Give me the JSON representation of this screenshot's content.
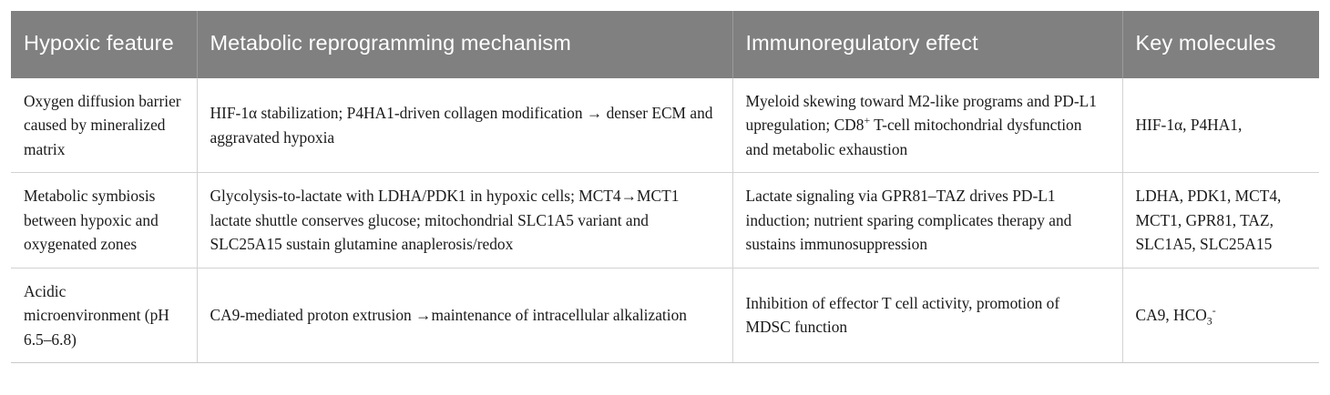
{
  "table": {
    "columns": [
      {
        "id": "hypoxic-feature",
        "label": "Hypoxic feature"
      },
      {
        "id": "metabolic-mechanism",
        "label": "Metabolic reprogramming mechanism"
      },
      {
        "id": "immunoregulatory-effect",
        "label": "Immunoregulatory effect"
      },
      {
        "id": "key-molecules",
        "label": "Key molecules"
      }
    ],
    "rows": [
      {
        "hypoxic_feature": "Oxygen diffusion barrier caused by mineralized matrix",
        "metabolic_mechanism": "HIF-1α stabilization; P4HA1-driven collagen modification → denser ECM and aggravated hypoxia",
        "immunoregulatory_effect_part1": "Myeloid skewing toward M2-like programs and PD-L1 upregulation; CD8",
        "immunoregulatory_effect_sup": "+",
        "immunoregulatory_effect_part2": " T-cell mitochondrial dysfunction and metabolic exhaustion",
        "key_molecules": "HIF-1α, P4HA1,"
      },
      {
        "hypoxic_feature": "Metabolic symbiosis between hypoxic and oxygenated zones",
        "metabolic_mechanism": "Glycolysis-to-lactate with LDHA/PDK1 in hypoxic cells; MCT4→MCT1 lactate shuttle conserves glucose; mitochondrial SLC1A5 variant and SLC25A15 sustain glutamine anaplerosis/redox",
        "immunoregulatory_effect_part1": "Lactate signaling via GPR81–TAZ drives PD-L1 induction; nutrient sparing complicates therapy and sustains immunosuppression",
        "immunoregulatory_effect_sup": "",
        "immunoregulatory_effect_part2": "",
        "key_molecules": "LDHA, PDK1, MCT4, MCT1, GPR81, TAZ, SLC1A5, SLC25A15"
      },
      {
        "hypoxic_feature": "Acidic microenvironment (pH 6.5–6.8)",
        "metabolic_mechanism": "CA9-mediated proton extrusion →maintenance of intracellular alkalization",
        "immunoregulatory_effect_part1": "Inhibition of effector T cell activity, promotion of MDSC function",
        "immunoregulatory_effect_sup": "",
        "immunoregulatory_effect_part2": "",
        "key_molecules_part1": "CA9, HCO",
        "key_molecules_sub": "3",
        "key_molecules_sup": "-"
      }
    ]
  },
  "colors": {
    "header_background": "#808080",
    "header_text": "#ffffff",
    "body_text": "#1a1a1a",
    "grid_line": "#d2d2d2",
    "page_background": "#ffffff"
  }
}
